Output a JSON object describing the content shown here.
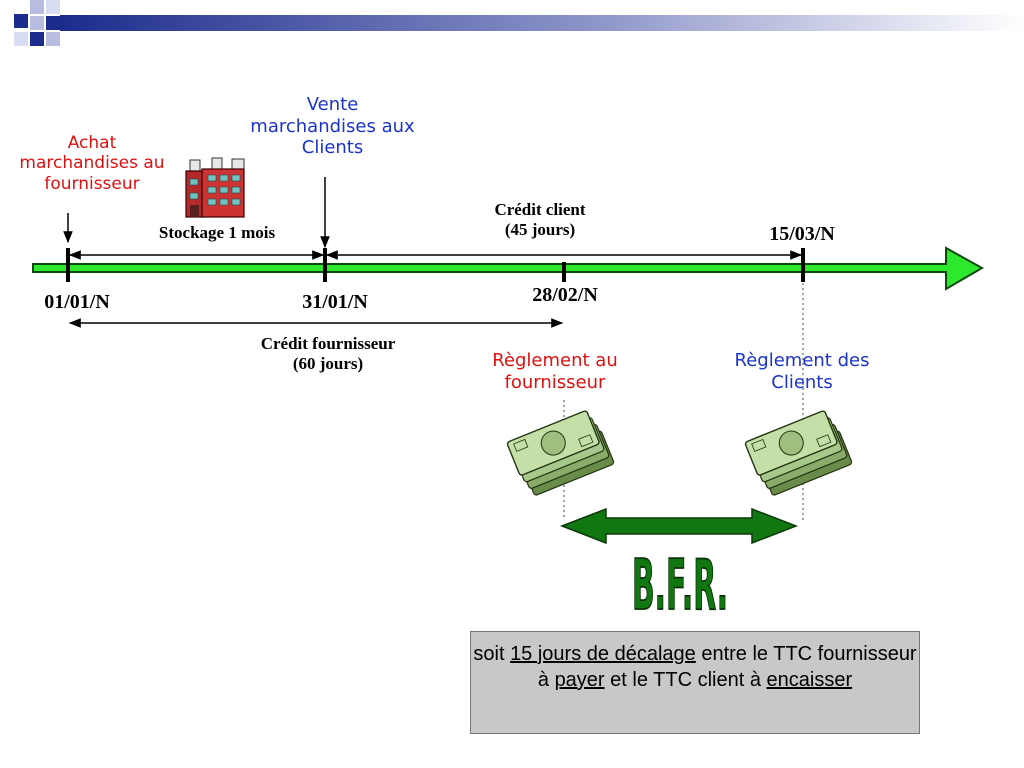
{
  "colors": {
    "red": "#e01010",
    "blue": "#1a33cc",
    "green_arrow": "#2ee82e",
    "bfr_green": "#117711",
    "box_bg": "#c8c8c8",
    "corner_blue": "#1c2c8c"
  },
  "labels": {
    "achat": [
      "Achat",
      "marchandises au",
      "fournisseur"
    ],
    "vente": [
      "Vente",
      "marchandises aux",
      "Clients"
    ],
    "stockage": "Stockage 1 mois",
    "credit_client": [
      "Crédit client",
      "(45 jours)"
    ],
    "credit_fournisseur": [
      "Crédit fournisseur",
      "(60 jours)"
    ],
    "reglement_fournisseur": [
      "Règlement au",
      "fournisseur"
    ],
    "reglement_clients": [
      "Règlement des",
      "Clients"
    ],
    "bfr": "B.F.R."
  },
  "dates": {
    "d1": "01/01/N",
    "d2": "31/01/N",
    "d3": "28/02/N",
    "d4": "15/03/N"
  },
  "summary": {
    "t1": "soit ",
    "u1": "15 jours de décalage",
    "t2": " entre le TTC fournisseur à ",
    "u2": "payer",
    "t3": " et le TTC client à ",
    "u3": "encaisser"
  },
  "icons": {
    "factory": "factory-icon",
    "money_1": "money-stack-icon",
    "money_2": "money-stack-icon"
  }
}
